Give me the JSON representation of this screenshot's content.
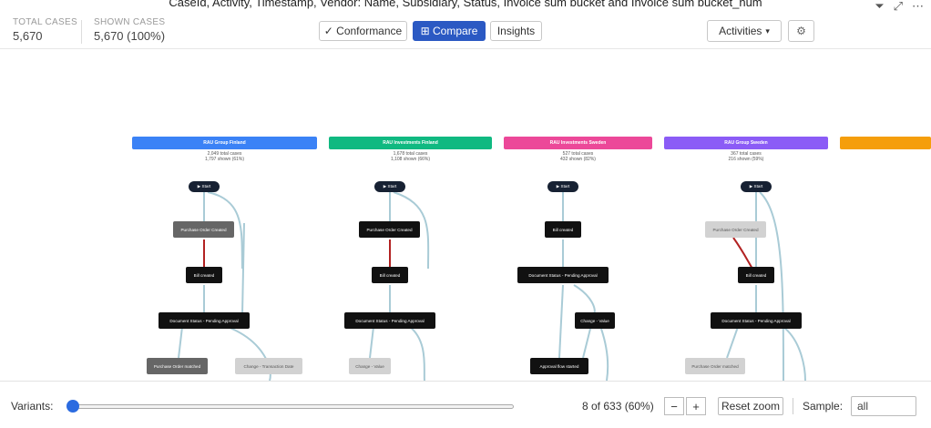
{
  "title": "CaseId, Activity, Timestamp, Vendor: Name, Subsidiary, Status, Invoice sum bucket and Invoice sum bucket_num",
  "stats": {
    "total_label": "TOTAL CASES",
    "total_value": "5,670",
    "shown_label": "SHOWN CASES",
    "shown_value": "5,670 (100%)"
  },
  "toolbar": {
    "conformance": "✓ Conformance",
    "compare": "⊞ Compare",
    "insights": "Insights",
    "activities": "Activities",
    "activities_caret": "▾",
    "settings_icon": "⚙"
  },
  "columns": [
    {
      "title": "RAU Group Finland",
      "total": "2,049 total cases",
      "shown": "1,797 shown (61%)",
      "color": "#3b82f6"
    },
    {
      "title": "RAU Investments Finland",
      "total": "1,678 total cases",
      "shown": "1,108 shown (66%)",
      "color": "#10b981"
    },
    {
      "title": "RAU Investments Sweden",
      "total": "527 total cases",
      "shown": "432 shown (82%)",
      "color": "#ec4899"
    },
    {
      "title": "RAU Group Sweden",
      "total": "367 total cases",
      "shown": "216 shown (59%)",
      "color": "#8b5cf6"
    },
    {
      "title": "",
      "total": "",
      "shown": "",
      "color": "#f59e0b"
    }
  ],
  "nodes": {
    "start": "▶ Start",
    "po_created": "Purchase Order Created",
    "bill_created": "Bill created",
    "doc_status": "Document Status - Pending Approval",
    "po_matched": "Purchase Order matched",
    "change_txn": "Change - Transaction Date",
    "change_value": "Change - Value",
    "approval_flow": "Approval flow started"
  },
  "footer": {
    "variants_label": "Variants:",
    "variants_fraction": 0.013,
    "count_text": "8 of 633 (60%)",
    "zoom_out": "−",
    "zoom_in": "+",
    "reset_zoom": "Reset zoom",
    "sample_label": "Sample:",
    "sample_value": "all"
  }
}
